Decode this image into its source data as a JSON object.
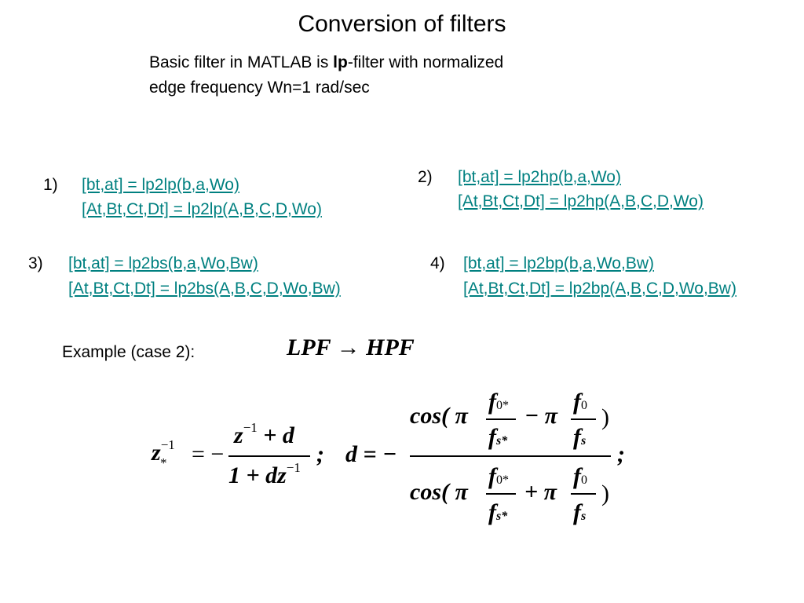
{
  "slide": {
    "title": "Conversion of filters",
    "subtitle": {
      "line1_before": "Basic filter in MATLAB is ",
      "line1_bold": "lp",
      "line1_after": "-filter with normalized",
      "line2": "edge frequency Wn=1 rad/sec"
    },
    "items": [
      {
        "num": "1)",
        "cmd1": "[bt,at] = lp2lp(b,a,Wo)",
        "cmd2": "[At,Bt,Ct,Dt] = lp2lp(A,B,C,D,Wo)"
      },
      {
        "num": "2)",
        "cmd1": "[bt,at] = lp2hp(b,a,Wo)",
        "cmd2": "[At,Bt,Ct,Dt] = lp2hp(A,B,C,D,Wo)"
      },
      {
        "num": "3)",
        "cmd1": "[bt,at] = lp2bs(b,a,Wo,Bw)",
        "cmd2": "[At,Bt,Ct,Dt] = lp2bs(A,B,C,D,Wo,Bw)"
      },
      {
        "num": "4)",
        "cmd1": "[bt,at] = lp2bp(b,a,Wo,Bw)",
        "cmd2": "[At,Bt,Ct,Dt] = lp2bp(A,B,C,D,Wo,Bw)"
      }
    ],
    "example": {
      "label": "Example (case 2):",
      "transform": "LPF → HPF"
    },
    "formula": {
      "lhs": "z",
      "lhs_sub": "*",
      "lhs_sup": "−1",
      "equals_minus": "= −",
      "num1": "z",
      "num1_sup": "−1",
      "num1_rest": " + d",
      "den1": "1 + dz",
      "den1_sup": "−1",
      "semicolon": ";",
      "d_equals": "d = −",
      "cos_open": "cos( π",
      "f0star": "f",
      "f0star_sub": "0*",
      "fsstar": "f",
      "fsstar_sub": "s*",
      "minus_pi": "− π",
      "plus_pi": "+ π",
      "f0": "f",
      "f0_sub": "0",
      "fs": "f",
      "fs_sub": "s",
      "close_paren": ")"
    }
  }
}
